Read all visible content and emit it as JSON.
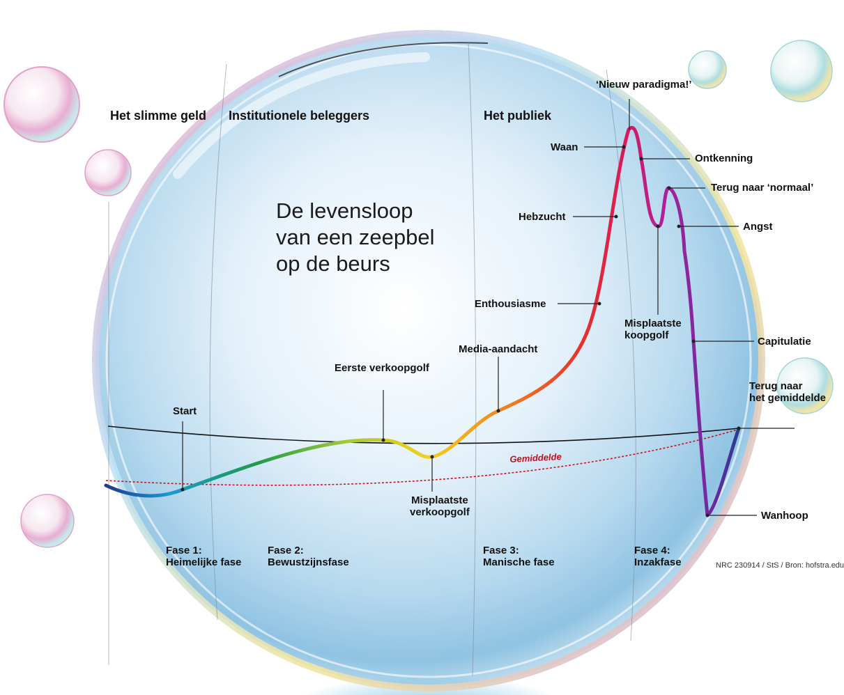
{
  "title": [
    "De levensloop",
    "van een zeepbel",
    "op de beurs"
  ],
  "groups": {
    "smart_money": "Het slimme geld",
    "institutional": "Institutionele beleggers",
    "public": "Het publiek"
  },
  "phases": [
    {
      "line1": "Fase 1:",
      "line2": "Heimelijke fase"
    },
    {
      "line1": "Fase 2:",
      "line2": "Bewustzijnsfase"
    },
    {
      "line1": "Fase 3:",
      "line2": "Manische fase"
    },
    {
      "line1": "Fase 4:",
      "line2": "Inzakfase"
    }
  ],
  "stages": {
    "start": "Start",
    "first_sell_wave": "Eerste verkoopgolf",
    "misplaced_sell_wave": [
      "Misplaatste",
      "verkoopgolf"
    ],
    "media_attention": "Media-aandacht",
    "enthusiasm": "Enthousiasme",
    "greed": "Hebzucht",
    "delusion": "Waan",
    "new_paradigm": "‘Nieuw paradigma!’",
    "denial": "Ontkenning",
    "back_to_normal": "Terug naar ‘normaal’",
    "fear": "Angst",
    "misplaced_buy_wave": [
      "Misplaatste",
      "koopgolf"
    ],
    "capitulation": "Capitulatie",
    "back_to_mean": [
      "Terug naar",
      "het gemiddelde"
    ],
    "despair": "Wanhoop"
  },
  "average_label": "Gemiddelde",
  "credit": "NRC 230914 / StS / Bron: hofstra.edu",
  "colors": {
    "curve_gradient": [
      "#1e3a8f",
      "#1a9ad0",
      "#1f9a4a",
      "#a4c93a",
      "#f2d21a",
      "#f08a1c",
      "#e8312c",
      "#d81a5a",
      "#b0209a",
      "#6a2aa0",
      "#2a3c8f"
    ],
    "average_line": "#d0101a",
    "horizon_line": "#111111",
    "bubble": "#a9cfe8"
  }
}
